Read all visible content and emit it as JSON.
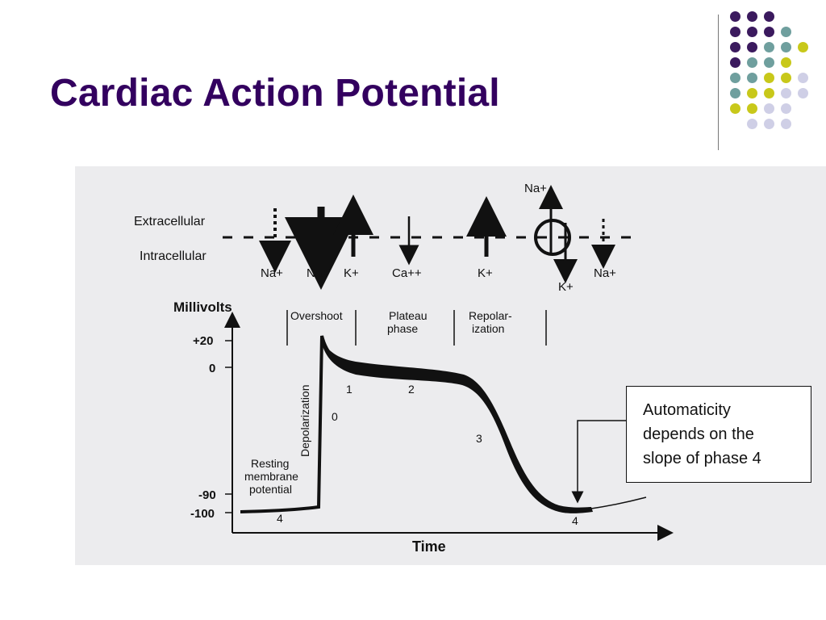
{
  "slide": {
    "title": "Cardiac Action Potential"
  },
  "decoration": {
    "colors": {
      "purple": "#3b1a5e",
      "teal": "#6f9f9e",
      "yellow": "#c8c81a",
      "lavender": "#cfcfe6",
      "title": "#33005f"
    }
  },
  "diagram": {
    "membrane": {
      "extracellular": "Extracellular",
      "intracellular": "Intracellular"
    },
    "ions": {
      "na1": "Na+",
      "na2": "Na+",
      "k1": "K+",
      "ca": "Ca++",
      "k2": "K+",
      "na_top": "Na+",
      "k_pump": "K+",
      "na_right": "Na+"
    },
    "axis": {
      "y_label": "Millivolts",
      "x_label": "Time",
      "ticks": [
        "+20",
        "0",
        "-90",
        "-100"
      ]
    },
    "phase_labels": {
      "overshoot": "Overshoot",
      "plateau_line1": "Plateau",
      "plateau_line2": "phase",
      "repol_line1": "Repolar-",
      "repol_line2": "ization",
      "depolarization": "Depolarization",
      "resting_line1": "Resting",
      "resting_line2": "membrane",
      "resting_line3": "potential"
    },
    "phase_numbers": {
      "p0": "0",
      "p1": "1",
      "p2": "2",
      "p3": "3",
      "p4_left": "4",
      "p4_right": "4"
    }
  },
  "callout": {
    "line1": "Automaticity",
    "line2": "depends on the",
    "line3": "slope of phase 4"
  }
}
